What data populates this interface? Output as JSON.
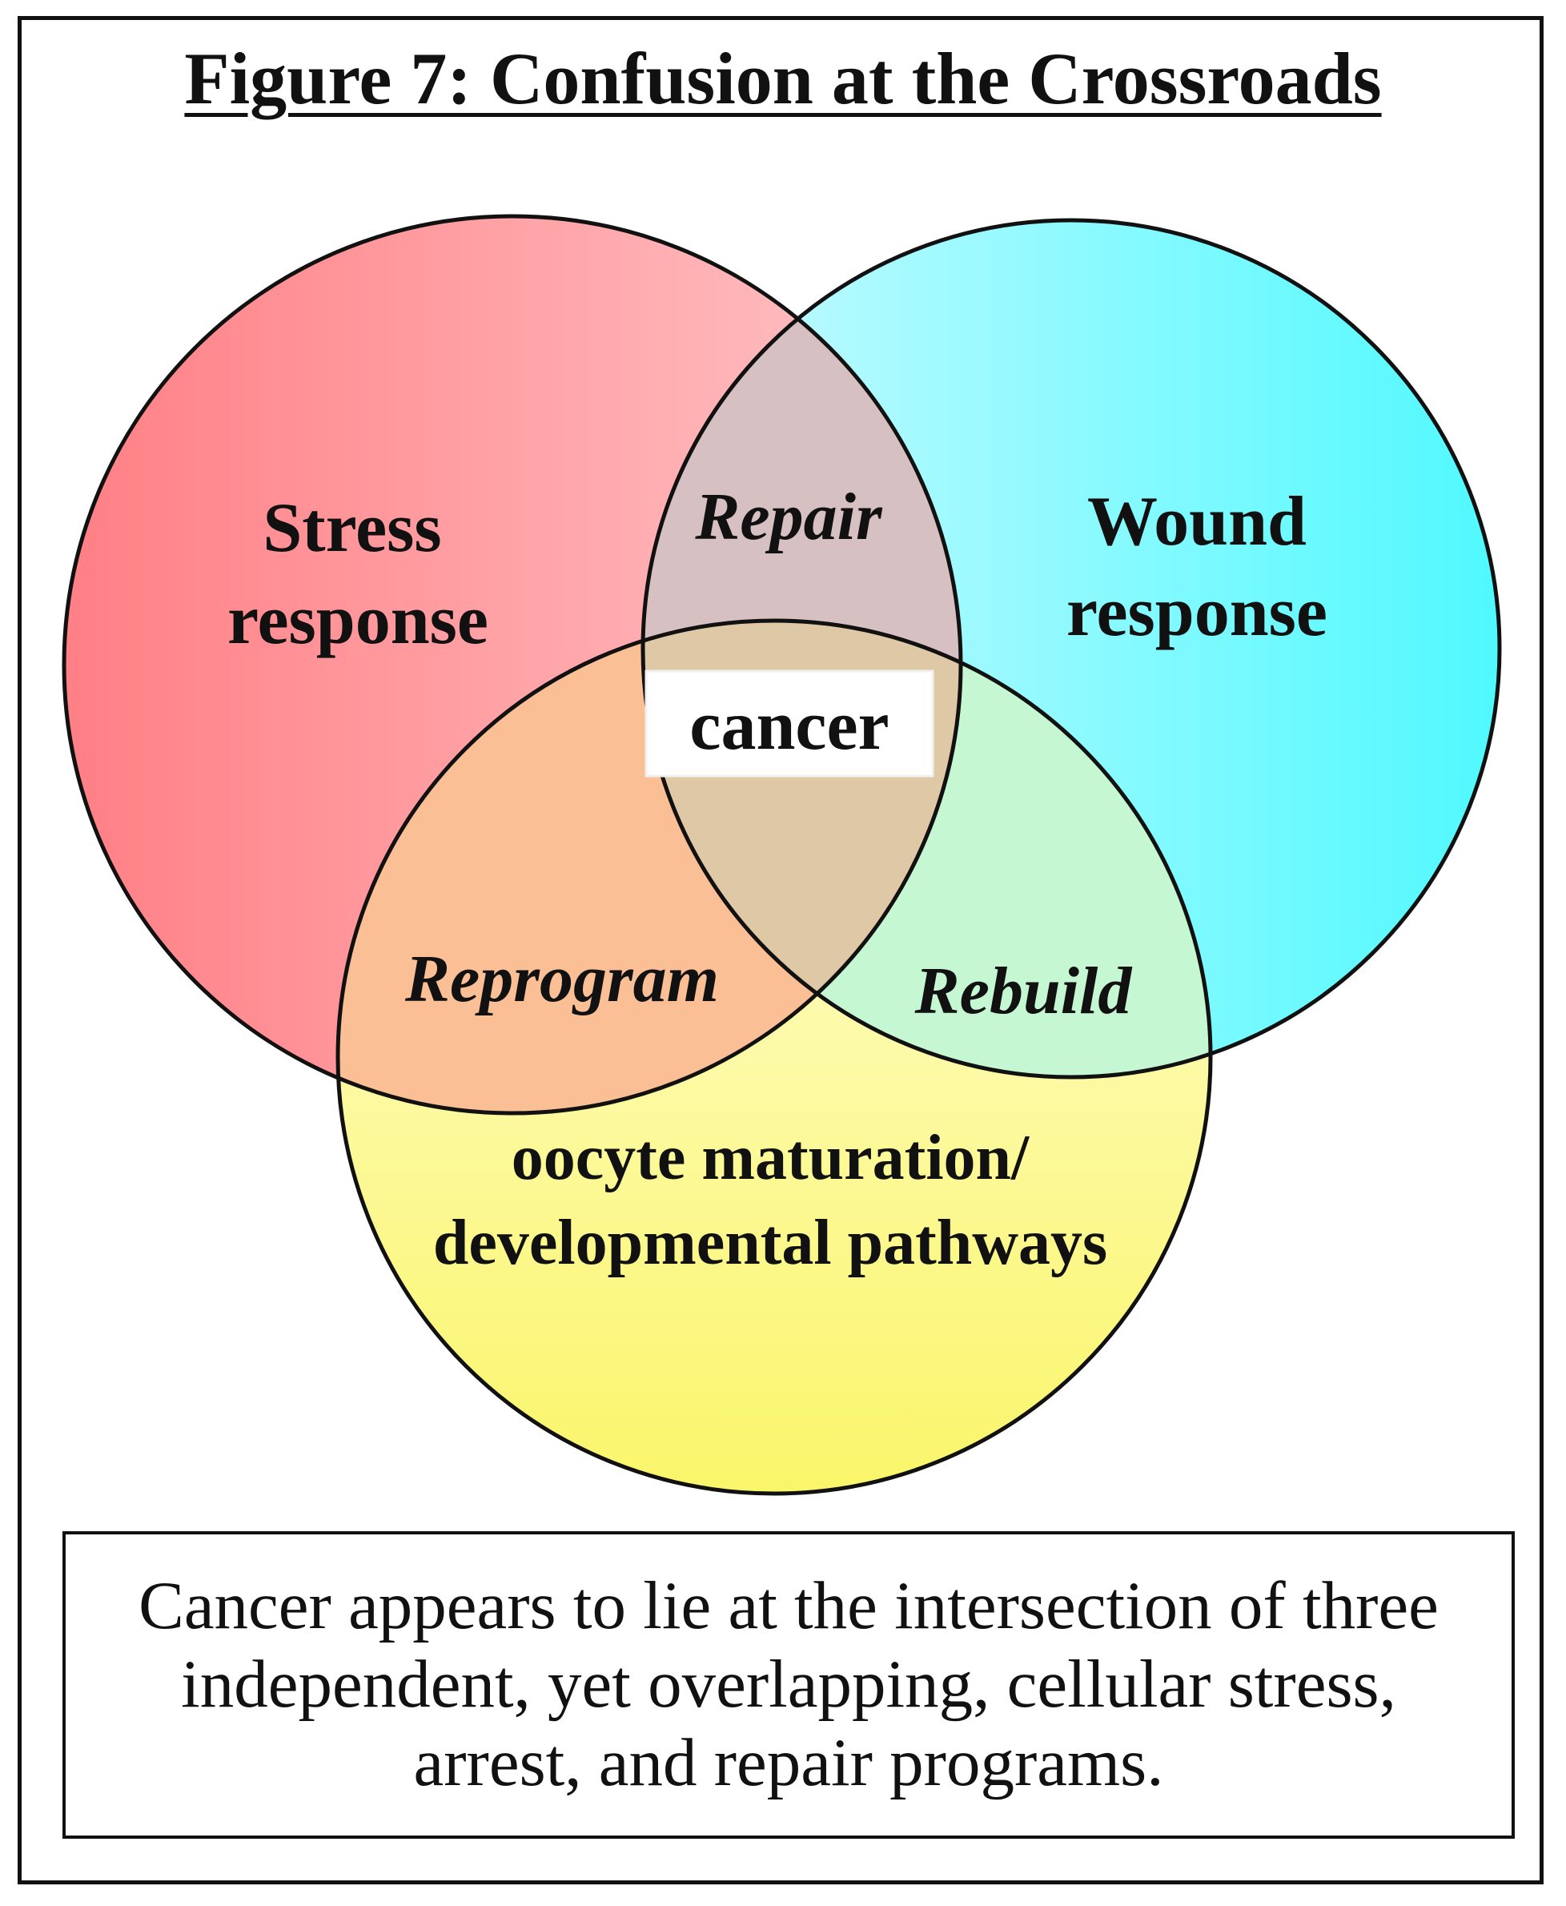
{
  "title": "Figure 7: Confusion at the Crossroads",
  "circles": {
    "stress": {
      "line1": "Stress",
      "line2": "response",
      "color_from": "#ff7f85",
      "color_to": "#ffc6c8"
    },
    "wound": {
      "line1": "Wound",
      "line2": "response",
      "color_from": "#ccfbff",
      "color_to": "#4ff9ff"
    },
    "oocyte": {
      "line1": "oocyte maturation/",
      "line2": "developmental pathways",
      "color_from": "#fffde0",
      "color_to": "#faf66a"
    }
  },
  "intersections": {
    "stress_wound": "Repair",
    "stress_oocyte": "Reprogram",
    "wound_oocyte": "Rebuild",
    "center": "cancer"
  },
  "caption": "Cancer appears to lie at the intersection of three independent, yet overlapping, cellular stress, arrest, and repair programs."
}
